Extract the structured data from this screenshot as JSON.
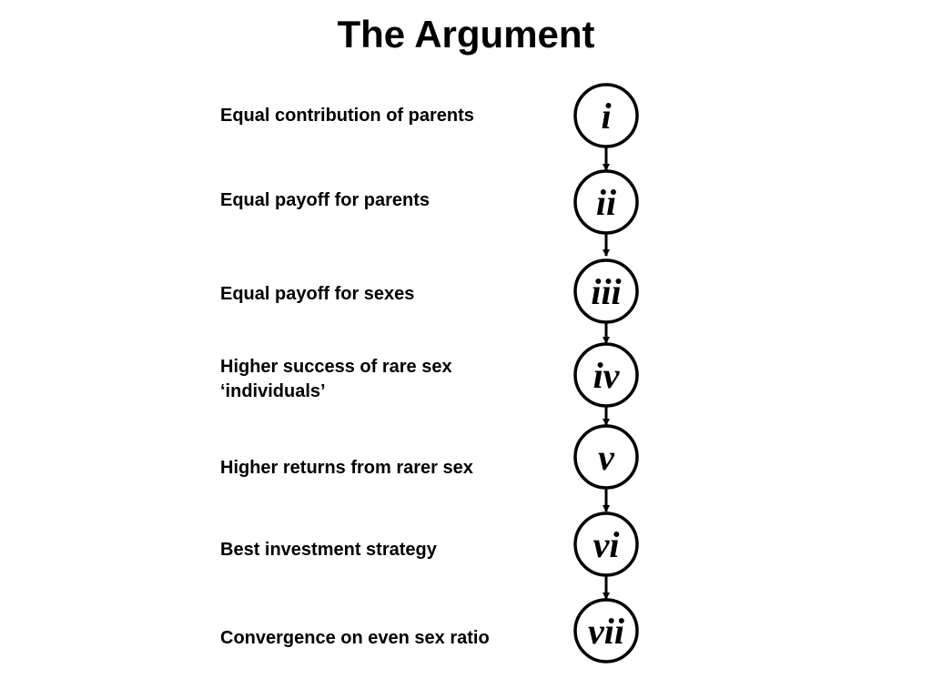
{
  "title": "The Argument",
  "steps": [
    {
      "numeral": "i",
      "label_lines": [
        "Equal contribution of parents"
      ]
    },
    {
      "numeral": "ii",
      "label_lines": [
        "Equal payoff for parents"
      ]
    },
    {
      "numeral": "iii",
      "label_lines": [
        "Equal payoff for sexes"
      ]
    },
    {
      "numeral": "iv",
      "label_lines": [
        "Higher success of rare sex",
        "‘individuals’"
      ]
    },
    {
      "numeral": "v",
      "label_lines": [
        "Higher returns from rarer sex"
      ]
    },
    {
      "numeral": "vi",
      "label_lines": [
        "Best investment strategy"
      ]
    },
    {
      "numeral": "vii",
      "label_lines": [
        "Convergence on even sex ratio"
      ]
    }
  ],
  "colors": {
    "stroke": "#000000",
    "fill": "#ffffff",
    "text": "#000000"
  }
}
